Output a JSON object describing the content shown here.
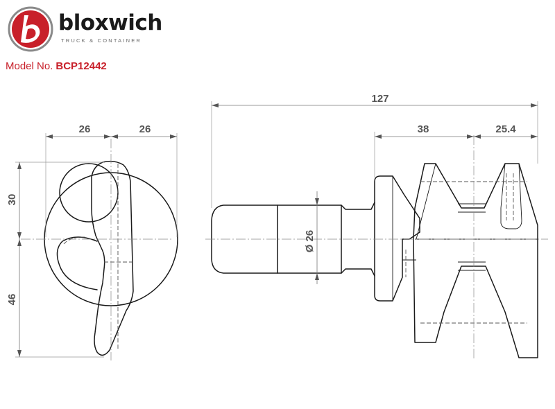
{
  "brand": {
    "name": "bloxwich",
    "tagline": "TRUCK & CONTAINER",
    "logo_colors": {
      "red": "#c8202a",
      "white": "#ffffff",
      "gray": "#8a8a8a"
    }
  },
  "model": {
    "label": "Model No.",
    "number": "BCP12442",
    "color": "#c8202a"
  },
  "dimensions": {
    "front_width_left": "26",
    "front_width_right": "26",
    "front_height_upper": "30",
    "front_height_lower": "46",
    "overall_length": "127",
    "head_length": "38",
    "tip_length": "25.4",
    "shank_diameter": "Ø 26"
  },
  "colors": {
    "line": "#1a1a1a",
    "dimension": "#555555"
  }
}
